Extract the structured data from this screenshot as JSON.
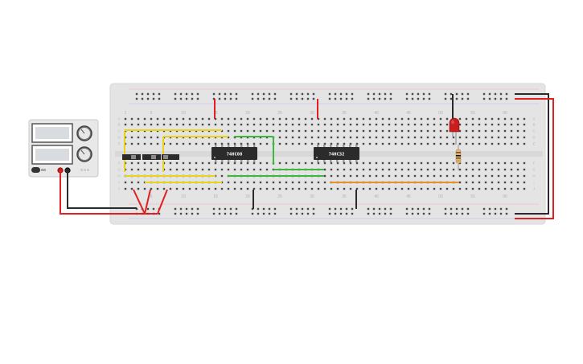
{
  "circuit": {
    "chips": [
      {
        "label": "74HC08"
      },
      {
        "label": "74HC32"
      }
    ],
    "breadboard": {
      "column_labels_top": [
        "1",
        "5",
        "10",
        "15",
        "20",
        "25",
        "30",
        "35",
        "40",
        "45",
        "50",
        "55",
        "60"
      ],
      "column_labels_bottom": [
        "5",
        "10",
        "15",
        "20",
        "25",
        "30",
        "35",
        "40",
        "45",
        "50",
        "55",
        "60"
      ],
      "row_labels_top": [
        "A",
        "B",
        "C",
        "D",
        "E"
      ],
      "row_labels_bottom": [
        "F",
        "G",
        "H",
        "I",
        "J"
      ]
    },
    "power_supply": {
      "knob_labels": [
        "",
        ""
      ],
      "button_label": "",
      "terminal_labels": [
        "",
        ""
      ]
    },
    "colors": {
      "wire_red": "#e02020",
      "wire_black": "#2a2a2a",
      "wire_yellow": "#e8d21a",
      "wire_green": "#3cb83c",
      "wire_orange": "#e8912a",
      "board": "#e4e4e4",
      "chip_body": "#2b2b2b",
      "led": "#c81e1e"
    }
  }
}
